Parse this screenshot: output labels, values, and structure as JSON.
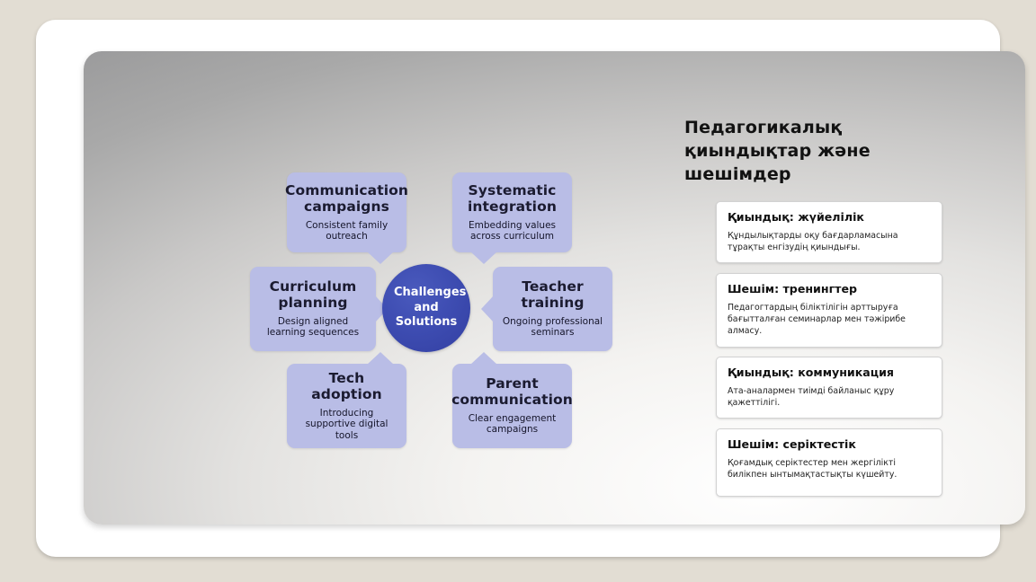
{
  "diagram": {
    "hub_label": "Challenges and Solutions",
    "nodes": [
      {
        "title": "Communication campaigns",
        "desc": "Consistent family outreach",
        "tail": "down"
      },
      {
        "title": "Systematic integration",
        "desc": "Embedding values across curriculum",
        "tail": "down"
      },
      {
        "title": "Curriculum planning",
        "desc": "Design aligned learning sequences",
        "tail": "right"
      },
      {
        "title": "Teacher training",
        "desc": "Ongoing professional seminars",
        "tail": "left"
      },
      {
        "title": "Tech adoption",
        "desc": "Introducing supportive digital tools",
        "tail": "up"
      },
      {
        "title": "Parent communication",
        "desc": "Clear engagement campaigns",
        "tail": "up"
      }
    ]
  },
  "panel": {
    "heading": "Педагогикалық қиындықтар және шешімдер",
    "cards": [
      {
        "title": "Қиындық: жүйелілік",
        "desc": "Құндылықтарды оқу бағдарламасына тұрақты енгізудің қиындығы."
      },
      {
        "title": "Шешім: тренингтер",
        "desc": "Педагогтардың біліктілігін арттыруға бағытталған семинарлар мен тәжірибе алмасу."
      },
      {
        "title": "Қиындық: коммуникация",
        "desc": "Ата-аналармен тиімді байланыс құру қажеттілігі."
      },
      {
        "title": "Шешім: серіктестік",
        "desc": "Қоғамдық серіктестер мен жергілікті билікпен ынтымақтастықты күшейту."
      }
    ]
  },
  "colors": {
    "backdrop": "#e2ddd3",
    "page": "#ffffff",
    "callout_fill": "#b9bde6",
    "hub_fill": "#3b49ab",
    "card_bg": "#ffffff",
    "card_border": "#d2d2d2"
  }
}
